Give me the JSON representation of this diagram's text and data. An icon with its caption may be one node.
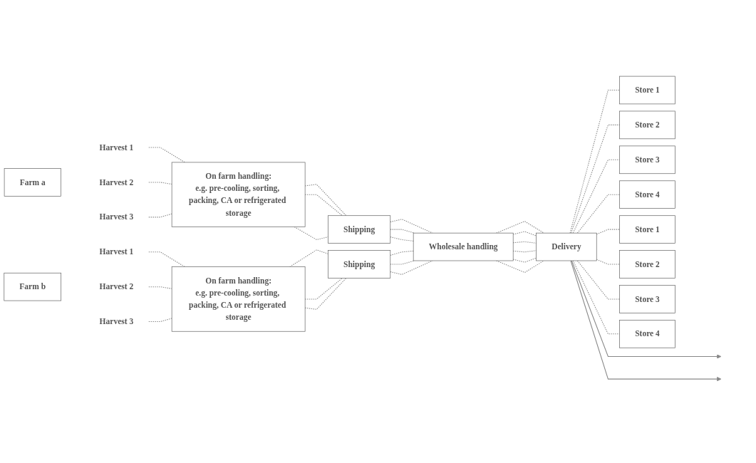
{
  "diagram": {
    "nodes": [
      {
        "text": [
          "Farm a"
        ]
      },
      {
        "text": [
          "Harvest 1"
        ]
      },
      {
        "text": [
          "Harvest 2"
        ]
      },
      {
        "text": [
          "Harvest 3"
        ]
      },
      {
        "text": [
          "On farm handling:",
          "e.g. pre-cooling, sorting, packing, CA or refrigerated storage"
        ]
      },
      {
        "text": [
          "Shipping"
        ]
      },
      {
        "text": [
          "Farm b"
        ]
      },
      {
        "text": [
          "Harvest 1"
        ]
      },
      {
        "text": [
          "Harvest 2"
        ]
      },
      {
        "text": [
          "Harvest 3"
        ]
      },
      {
        "text": [
          "On farm handling:",
          "e.g. pre-cooling, sorting, packing, CA or refrigerated storage"
        ]
      },
      {
        "text": [
          "Shipping"
        ]
      },
      {
        "text": [
          "Wholesale handling"
        ]
      },
      {
        "text": [
          "Delivery"
        ]
      },
      {
        "text": [
          "Store 1"
        ]
      },
      {
        "text": [
          "Store 2"
        ]
      },
      {
        "text": [
          "Store 3"
        ]
      },
      {
        "text": [
          "Store 4"
        ]
      },
      {
        "text": [
          "Store 1"
        ]
      },
      {
        "text": [
          "Store 2"
        ]
      },
      {
        "text": [
          "Store 3"
        ]
      },
      {
        "text": [
          "Store 4"
        ]
      }
    ],
    "edges": [
      {
        "from": 1,
        "to": 4,
        "arrow": "none",
        "style": "dashed"
      },
      {
        "from": 2,
        "to": 4,
        "arrow": "none",
        "style": "dashed"
      },
      {
        "from": 3,
        "to": 4,
        "arrow": "none",
        "style": "dashed"
      },
      {
        "from": 4,
        "to": 5,
        "arrow": "none",
        "style": "dashed"
      },
      {
        "from": 4,
        "to": 5,
        "arrow": "none",
        "style": "dashed"
      },
      {
        "from": 4,
        "to": 5,
        "arrow": "none",
        "style": "dashed"
      },
      {
        "from": 7,
        "to": 10,
        "arrow": "none",
        "style": "dashed"
      },
      {
        "from": 8,
        "to": 10,
        "arrow": "none",
        "style": "dashed"
      },
      {
        "from": 9,
        "to": 10,
        "arrow": "none",
        "style": "dashed"
      },
      {
        "from": 10,
        "to": 11,
        "arrow": "none",
        "style": "dashed"
      },
      {
        "from": 10,
        "to": 11,
        "arrow": "none",
        "style": "dashed"
      },
      {
        "from": 10,
        "to": 11,
        "arrow": "none",
        "style": "dashed"
      },
      {
        "from": 5,
        "to": 12,
        "arrow": "none",
        "style": "dashed"
      },
      {
        "from": 5,
        "to": 12,
        "arrow": "none",
        "style": "dashed"
      },
      {
        "from": 5,
        "to": 12,
        "arrow": "none",
        "style": "dashed"
      },
      {
        "from": 11,
        "to": 12,
        "arrow": "none",
        "style": "dashed"
      },
      {
        "from": 11,
        "to": 12,
        "arrow": "none",
        "style": "dashed"
      },
      {
        "from": 11,
        "to": 12,
        "arrow": "none",
        "style": "dashed"
      },
      {
        "from": 12,
        "to": 13,
        "arrow": "none",
        "style": "dashed"
      },
      {
        "from": 12,
        "to": 13,
        "arrow": "none",
        "style": "dashed"
      },
      {
        "from": 12,
        "to": 13,
        "arrow": "none",
        "style": "dashed"
      },
      {
        "from": 12,
        "to": 13,
        "arrow": "none",
        "style": "dashed"
      },
      {
        "from": 12,
        "to": 13,
        "arrow": "none",
        "style": "dashed"
      },
      {
        "from": 12,
        "to": 13,
        "arrow": "none",
        "style": "dashed"
      },
      {
        "from": 13,
        "to": 14,
        "arrow": "none",
        "style": "dashed"
      },
      {
        "from": 13,
        "to": 15,
        "arrow": "none",
        "style": "dashed"
      },
      {
        "from": 13,
        "to": 16,
        "arrow": "none",
        "style": "dashed"
      },
      {
        "from": 13,
        "to": 17,
        "arrow": "none",
        "style": "dashed"
      },
      {
        "from": 13,
        "to": 18,
        "arrow": "none",
        "style": "dashed"
      },
      {
        "from": 13,
        "to": 19,
        "arrow": "none",
        "style": "dashed"
      },
      {
        "from": 13,
        "to": 20,
        "arrow": "none",
        "style": "dashed"
      },
      {
        "from": 13,
        "to": 21,
        "arrow": "none",
        "style": "dashed"
      },
      {
        "from": 13,
        "to": null,
        "arrow": "to"
      },
      {
        "from": 13,
        "to": null,
        "arrow": "to"
      }
    ]
  }
}
